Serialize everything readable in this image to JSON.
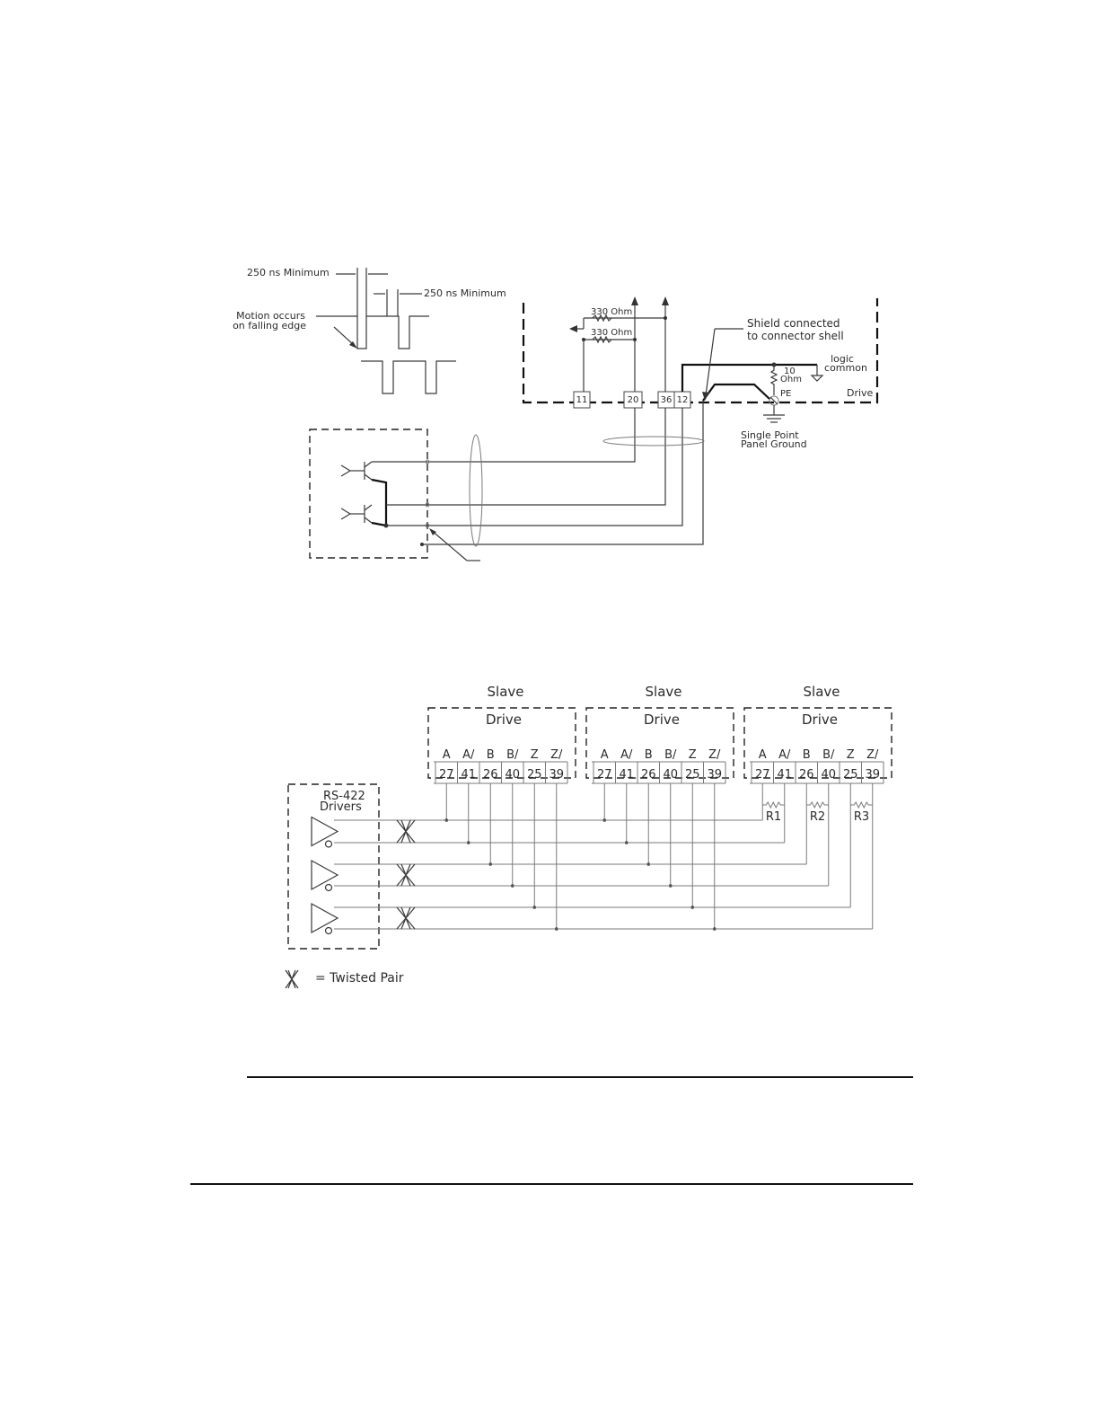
{
  "timing": {
    "pulse_min_label": "250 ns Minimum",
    "gap_min_label": "250 ns Minimum",
    "motion_note_line1": "Motion occurs",
    "motion_note_line2": "on falling edge"
  },
  "interface": {
    "resistor1_label": "330 Ohm",
    "resistor2_label": "330 Ohm",
    "shield_note_line1": "Shield connected",
    "shield_note_line2": "to connector shell",
    "logic_common_line1": "logic",
    "logic_common_line2": "common",
    "ten_ohm_line1": "10",
    "ten_ohm_line2": "Ohm",
    "pe_label": "PE",
    "drive_label": "Drive",
    "ground_line1": "Single Point",
    "ground_line2": "Panel Ground",
    "terminals": [
      "11",
      "20",
      "36",
      "12"
    ]
  },
  "rs422": {
    "slave_label": "Slave",
    "drive_label": "Drive",
    "signal_labels": [
      "A",
      "A/",
      "B",
      "B/",
      "Z",
      "Z/"
    ],
    "pin_numbers": [
      "27",
      "41",
      "26",
      "40",
      "25",
      "39"
    ],
    "drivers_line1": "RS-422",
    "drivers_line2": "Drivers",
    "resistors": [
      "R1",
      "R2",
      "R3"
    ],
    "legend_text": "= Twisted Pair"
  }
}
